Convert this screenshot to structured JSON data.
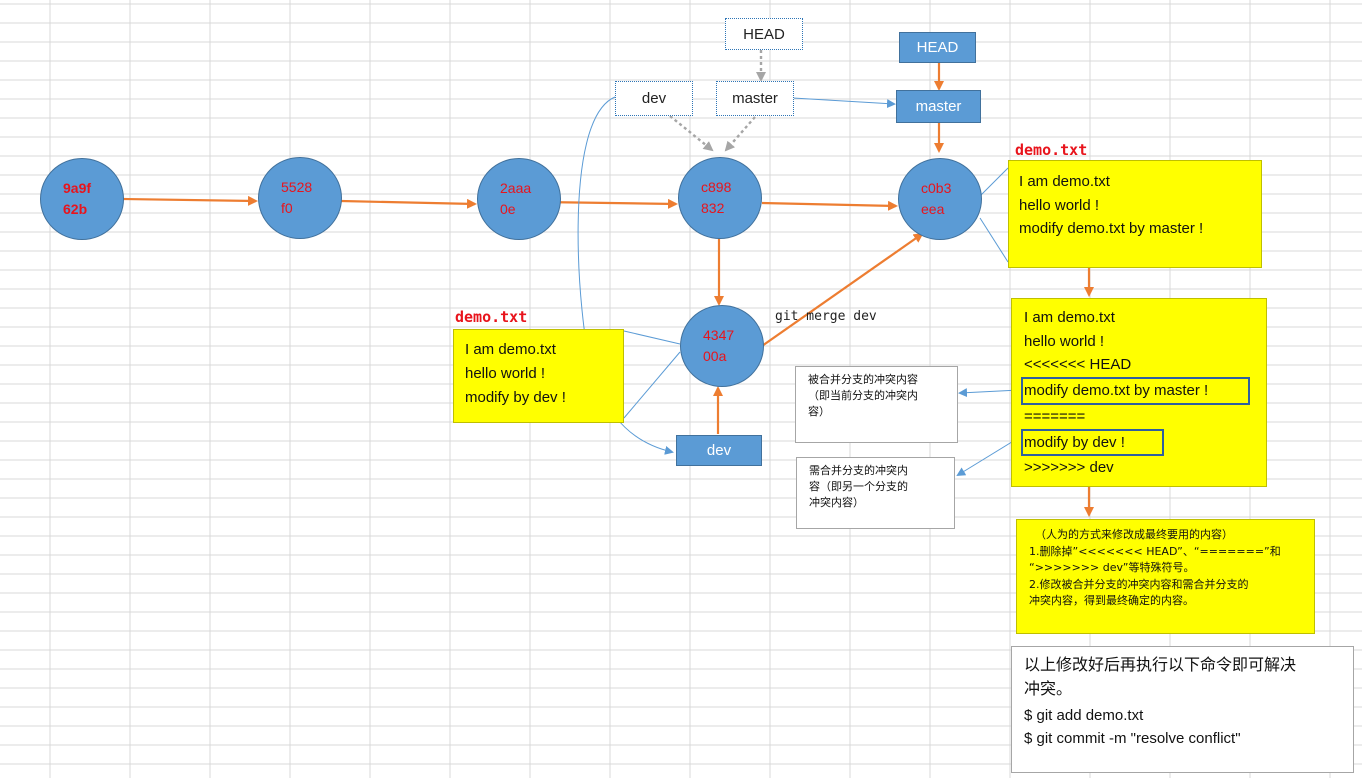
{
  "commits": [
    {
      "id": "c1",
      "line1": "9a9f",
      "line2": "62b"
    },
    {
      "id": "c2",
      "line1": "5528",
      "line2": "f0"
    },
    {
      "id": "c3",
      "line1": "2aaa",
      "line2": "0e"
    },
    {
      "id": "c4",
      "line1": "c898",
      "line2": "832"
    },
    {
      "id": "c5",
      "line1": "c0b3",
      "line2": "eea"
    },
    {
      "id": "c6",
      "line1": "4347",
      "line2": "00a"
    }
  ],
  "pointers": {
    "head_old": "HEAD",
    "head_new": "HEAD",
    "dev_old": "dev",
    "master_old": "master",
    "master_new": "master",
    "dev_new": "dev"
  },
  "merge_command": "git merge dev",
  "file_label_master": "demo.txt",
  "file_label_dev": "demo.txt",
  "note_master": [
    "I am demo.txt",
    "hello world !",
    "modify demo.txt by master !"
  ],
  "note_dev": [
    "I am demo.txt",
    "hello world !",
    "modify by dev !"
  ],
  "note_conflict": {
    "line1": "I am demo.txt",
    "line2": "hello world !",
    "head_marker": "<<<<<<< HEAD",
    "master_change": "modify demo.txt by master !",
    "separator": "=======",
    "dev_change": "modify by dev !",
    "dev_marker": ">>>>>>> dev"
  },
  "explain_current": [
    "被合并分支的冲突内容",
    "（即当前分支的冲突内",
    "容）"
  ],
  "explain_other": [
    "需合并分支的冲突内",
    "容（即另一个分支的",
    "冲突内容）"
  ],
  "note_resolve": [
    "（人为的方式来修改成最终要用的内容）",
    "1.删除掉”<<<<<<< HEAD”、“=======”和",
    "“>>>>>>> dev”等特殊符号。",
    "2.修改被合并分支的冲突内容和需合并分支的",
    "冲突内容，得到最终确定的内容。"
  ],
  "resolve_command": {
    "intro1": "以上修改好后再执行以下命令即可解决",
    "intro2": "冲突。",
    "cmd1": "$ git add demo.txt",
    "cmd2": "$ git commit -m \"resolve conflict\""
  },
  "colors": {
    "node": "#5b9bd5",
    "arrow": "#ed7d31",
    "note": "#ffff00",
    "commit_text": "#e8141c",
    "gray_arrow": "#a6a6a6"
  }
}
